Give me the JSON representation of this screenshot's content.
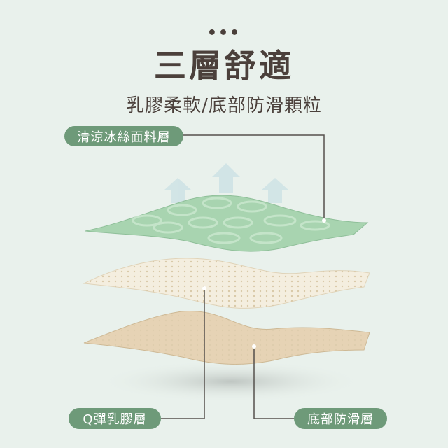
{
  "header": {
    "dots": "•••",
    "title": "三層舒適",
    "subtitle": "乳膠柔軟/底部防滑顆粒"
  },
  "labels": {
    "top": "清涼冰絲面料層",
    "middle": "Q彈乳膠層",
    "bottom": "底部防滑層"
  },
  "colors": {
    "pill": "#6e9a79",
    "text": "#4b403b",
    "background": "#e9f1ec",
    "cool_layer": "#a8d4b0",
    "latex_layer": "#f4eedf",
    "base_layer": "#e6d3b5"
  }
}
